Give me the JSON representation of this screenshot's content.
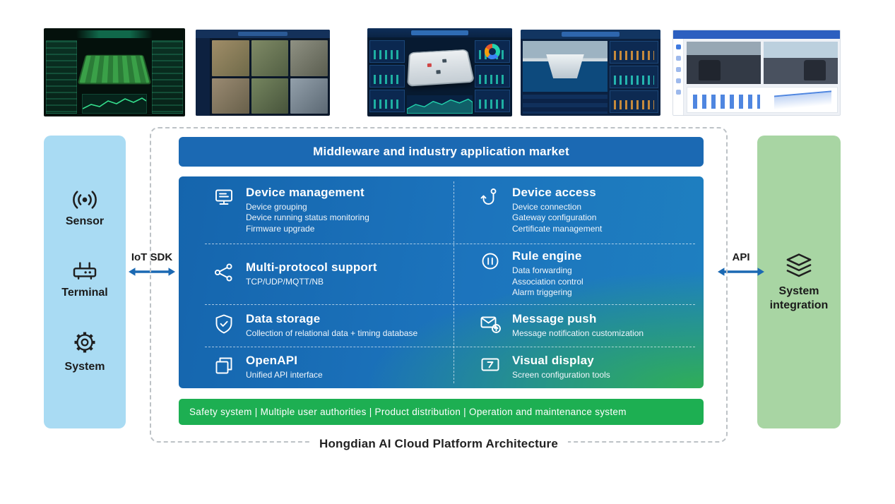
{
  "screenshots": [
    {
      "name": "agriculture-dashboard"
    },
    {
      "name": "video-wall-dashboard"
    },
    {
      "name": "power-station-dashboard"
    },
    {
      "name": "dam-monitoring-dashboard"
    },
    {
      "name": "vehicle-monitoring-dashboard"
    }
  ],
  "left_panel": {
    "items": [
      {
        "label": "Sensor",
        "icon": "broadcast-icon"
      },
      {
        "label": "Terminal",
        "icon": "router-icon"
      },
      {
        "label": "System",
        "icon": "gear-icon"
      }
    ]
  },
  "right_panel": {
    "label": "System integration",
    "icon": "layers-icon"
  },
  "connectors": {
    "left_label": "IoT SDK",
    "right_label": "API"
  },
  "center": {
    "header": "Middleware and industry application market",
    "features": [
      {
        "title": "Device management",
        "icon": "device-management-icon",
        "lines": [
          "Device grouping",
          "Device running status monitoring",
          "Firmware upgrade"
        ]
      },
      {
        "title": "Device access",
        "icon": "device-access-icon",
        "lines": [
          "Device connection",
          "Gateway configuration",
          "Certificate management"
        ]
      },
      {
        "title": "Multi-protocol support",
        "icon": "protocol-share-icon",
        "lines": [
          "TCP/UDP/MQTT/NB"
        ]
      },
      {
        "title": "Rule engine",
        "icon": "rule-engine-icon",
        "lines": [
          "Data forwarding",
          "Association control",
          "Alarm triggering"
        ]
      },
      {
        "title": "Data storage",
        "icon": "data-storage-shield-icon",
        "lines": [
          "Collection of relational data + timing database"
        ]
      },
      {
        "title": "Message push",
        "icon": "message-push-icon",
        "lines": [
          "Message notification customization"
        ]
      },
      {
        "title": "OpenAPI",
        "icon": "openapi-window-icon",
        "lines": [
          "Unified API interface"
        ]
      },
      {
        "title": "Visual display",
        "icon": "visual-display-icon",
        "lines": [
          "Screen configuration tools"
        ]
      }
    ],
    "security_bar": "Safety system  |  Multiple user authorities  |  Product distribution  |  Operation and maintenance system",
    "caption": "Hongdian AI Cloud Platform Architecture"
  },
  "colors": {
    "header_blue": "#1b69b3",
    "panel_blue": "#1565ad",
    "panel_green": "#2fae57",
    "security_green": "#1daf52",
    "left_panel_bg": "#a9dbf3",
    "right_panel_bg": "#a8d5a3",
    "arrow_blue": "#1b69b3"
  }
}
